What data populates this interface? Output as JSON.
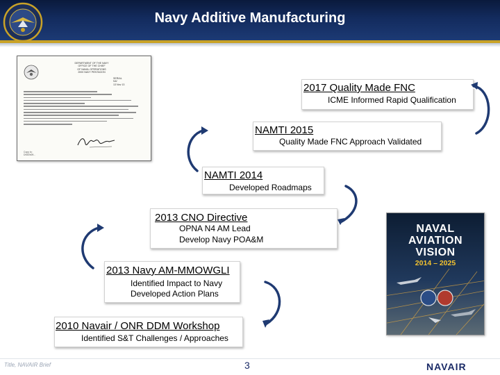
{
  "header": {
    "title": "Navy Additive Manufacturing"
  },
  "memo": {
    "heading_lines": [
      "DEPARTMENT OF THE NAVY",
      "OFFICE OF THE CHIEF",
      "OF NAVAL OPERATIONS",
      "2000 NAVY PENTAGON"
    ],
    "ref_lines": [
      "SERIAL",
      "N4/",
      "13 Nov 13"
    ],
    "footer_lines": [
      "Copy to:",
      "DNS/N09..."
    ]
  },
  "milestones": [
    {
      "title": "2017 Quality Made FNC",
      "details": [
        "ICME Informed Rapid Qualification"
      ]
    },
    {
      "title": "NAMTI 2015",
      "details": [
        "Quality Made FNC Approach Validated"
      ]
    },
    {
      "title": "NAMTI 2014",
      "details": [
        "Developed Roadmaps"
      ]
    },
    {
      "title": "2013 CNO Directive",
      "details": [
        "OPNA N4 AM Lead",
        "Develop Navy POA&M"
      ]
    },
    {
      "title": "2013 Navy AM-MMOWGLI",
      "details": [
        "Identified Impact to Navy",
        "Developed Action Plans"
      ]
    },
    {
      "title": "2010 Navair / ONR DDM Workshop",
      "details": [
        "Identified S&T Challenges / Approaches"
      ]
    }
  ],
  "cover": {
    "line1": "NAVAL",
    "line2": "AVIATION",
    "line3": "VISION",
    "years": "2014 – 2025"
  },
  "footer": {
    "page_number": "3",
    "left_text": "Title, NAVAIR Brief",
    "logo_text": "NAVAIR"
  },
  "colors": {
    "header": "#132b5e",
    "gold": "#c9a227",
    "arrow": "#1f3a72"
  }
}
